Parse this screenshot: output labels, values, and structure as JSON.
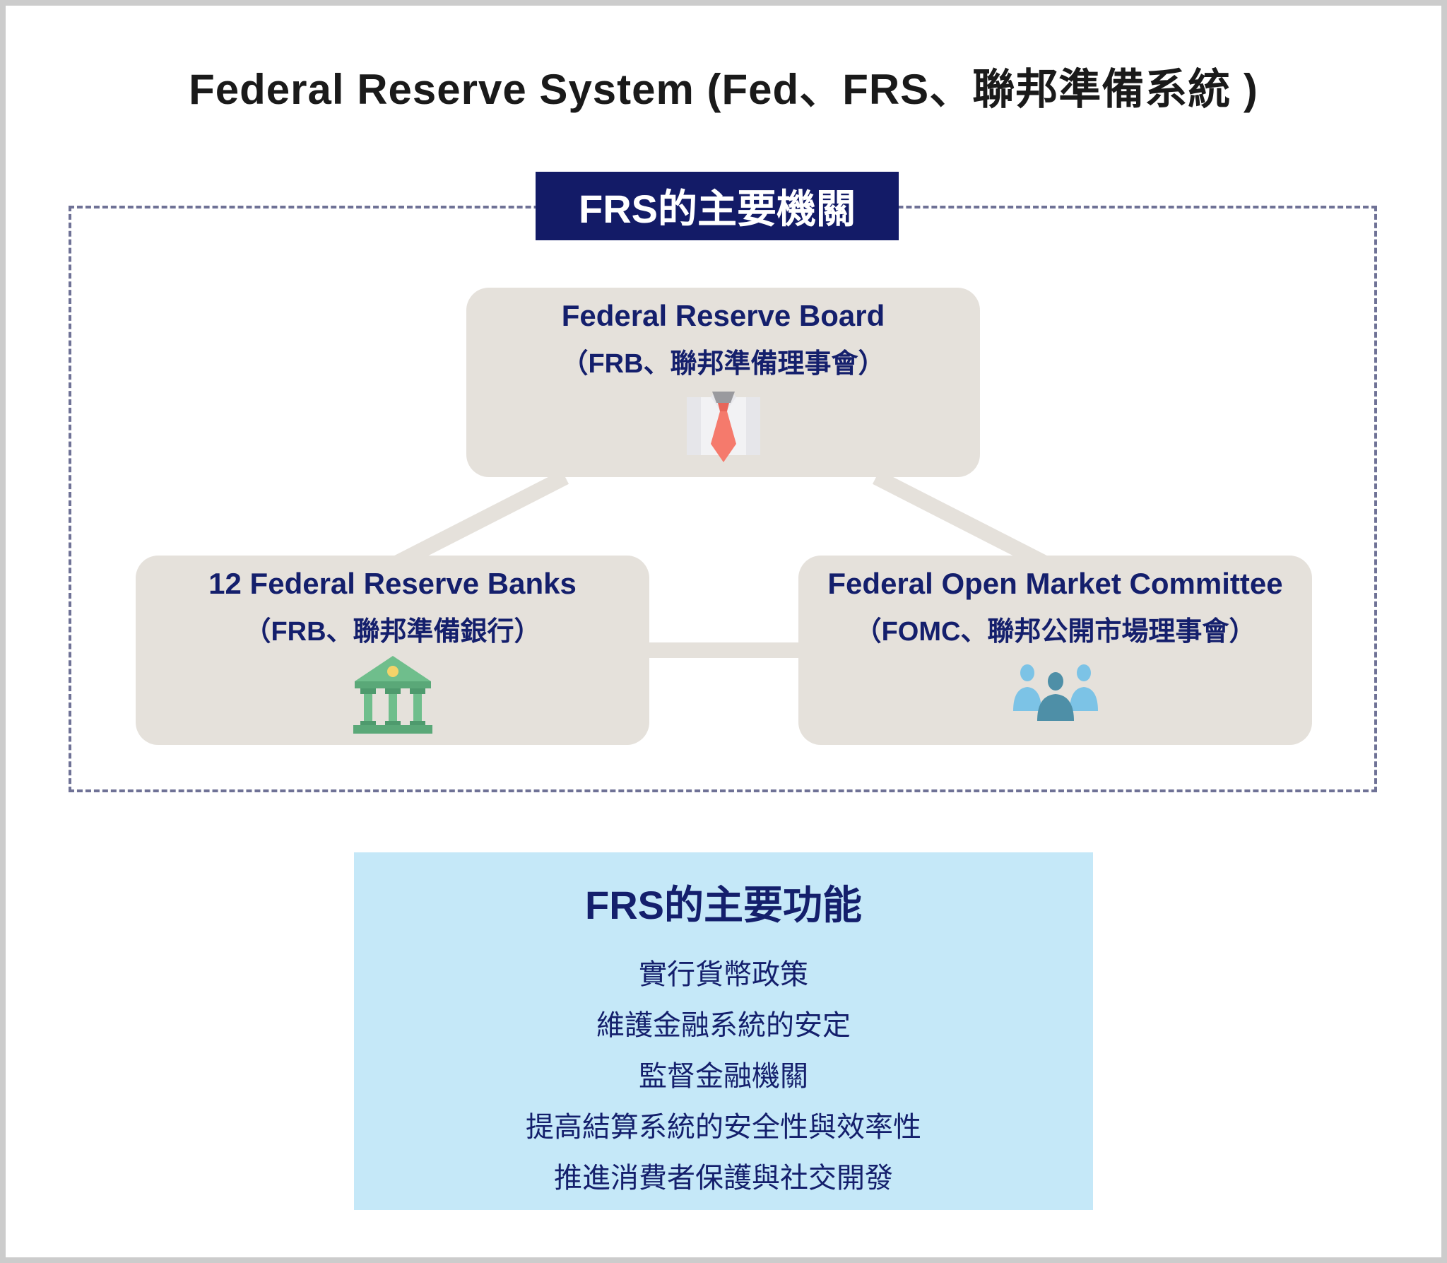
{
  "title": "Federal Reserve System (Fed、FRS、聯邦準備系統 )",
  "main_section": {
    "label": "FRS的主要機關",
    "board": {
      "name": "Federal Reserve Board",
      "sub": "（FRB、聯邦準備理事會）",
      "icon": "shirt-tie-icon"
    },
    "banks": {
      "name": "12 Federal Reserve Banks",
      "sub": "（FRB、聯邦準備銀行）",
      "icon": "bank-building-icon"
    },
    "fomc": {
      "name": "Federal Open Market Committee",
      "sub": "（FOMC、聯邦公開市場理事會）",
      "icon": "people-group-icon"
    }
  },
  "functions": {
    "title": "FRS的主要功能",
    "items": [
      "實行貨幣政策",
      "維護金融系統的安定",
      "監督金融機關",
      "提高結算系統的安全性與效率性",
      "推進消費者保護與社交開發"
    ]
  },
  "colors": {
    "banner": "#131b67",
    "org_box": "#e5e1db",
    "connector": "#e5e1db",
    "text_navy": "#141f6c",
    "functions_bg": "#c5e8f8",
    "dashed_border": "#6f7296"
  }
}
